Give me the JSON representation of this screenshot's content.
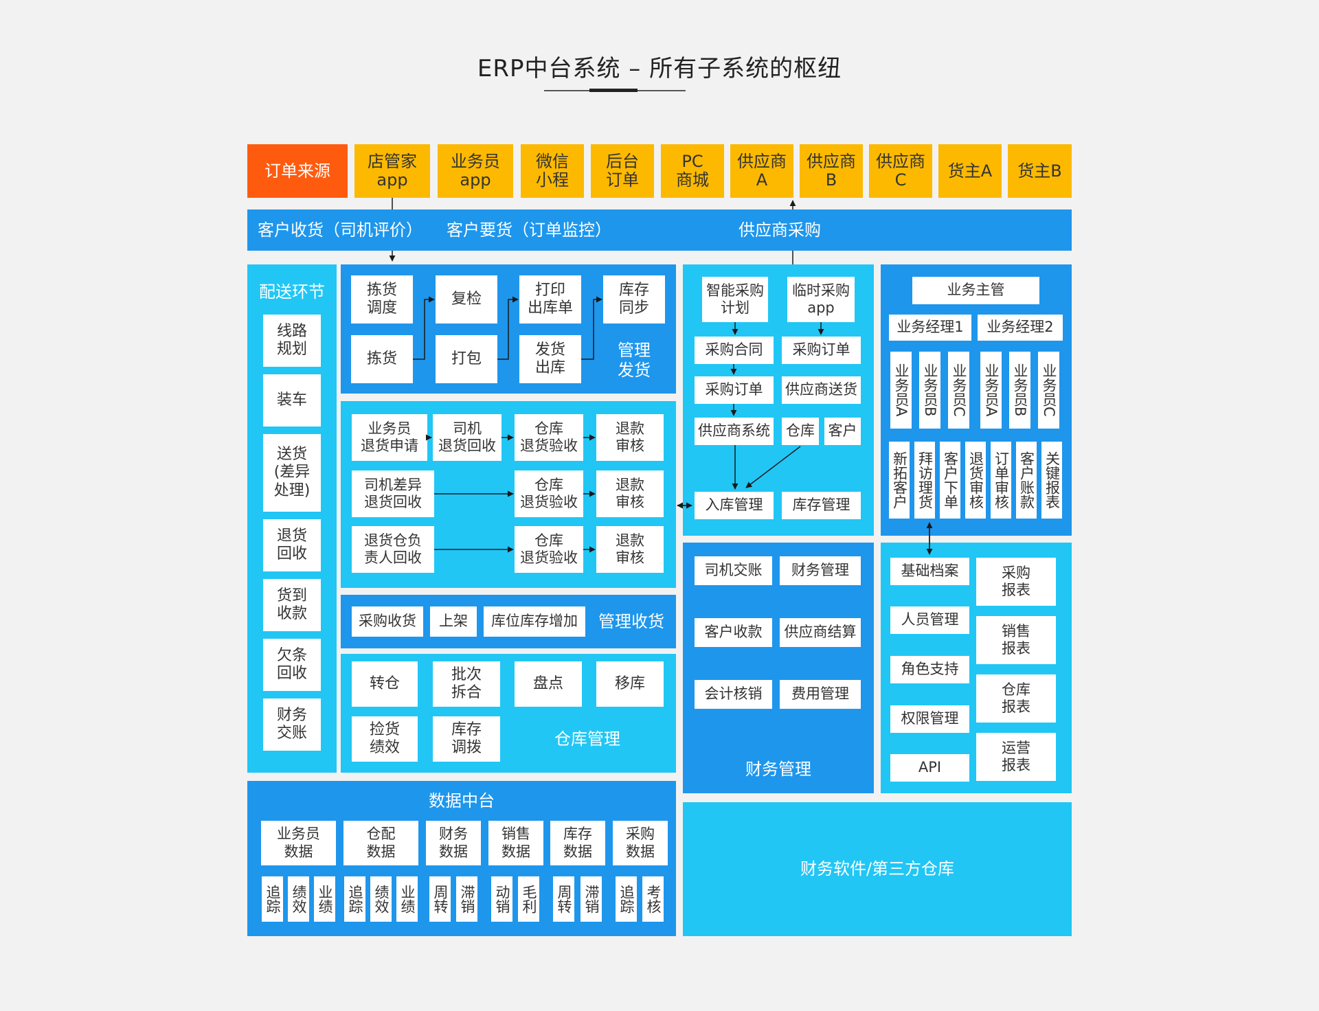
{
  "title": "ERP中台系统 – 所有子系统的枢纽",
  "sources": {
    "main": "订单来源",
    "items": [
      "店管家\napp",
      "业务员\napp",
      "微信\n小程",
      "后台\n订单",
      "PC\n商城",
      "供应商\nA",
      "供应商\nB",
      "供应商\nC",
      "货主A",
      "货主B"
    ]
  },
  "channel_bar": {
    "customer_receive": "客户收货（司机评价）",
    "customer_order": "客户要货（订单监控）",
    "supplier_purchase": "供应商采购"
  },
  "delivery": {
    "title": "配送环节",
    "items": [
      "线路\n规划",
      "装车",
      "送货\n(差异\n处理)",
      "退货\n回收",
      "货到\n收款",
      "欠条\n回收",
      "财务\n交账"
    ]
  },
  "outbound": {
    "title": "管理\n发货",
    "pick_dispatch": "拣货\n调度",
    "recheck": "复检",
    "print_slip": "打印\n出库单",
    "stock_sync": "库存\n同步",
    "picking": "拣货",
    "packing": "打包",
    "ship_out": "发货\n出库"
  },
  "returns": {
    "rows": [
      [
        "业务员\n退货申请",
        "司机\n退货回收",
        "仓库\n退货验收",
        "退款\n审核"
      ],
      [
        "司机差异\n退货回收",
        "仓库\n退货验收",
        "退款\n审核"
      ],
      [
        "退货仓负\n责人回收",
        "仓库\n退货验收",
        "退款\n审核"
      ]
    ]
  },
  "receiving": {
    "title": "管理收货",
    "items": [
      "采购收货",
      "上架",
      "库位库存增加"
    ]
  },
  "warehouse": {
    "title": "仓库管理",
    "items": [
      "转仓",
      "批次\n拆合",
      "盘点",
      "移库",
      "捡货\n绩效",
      "库存\n调拨"
    ]
  },
  "purchasing": {
    "smart_plan": "智能采购\n计划",
    "temp_app": "临时采购\napp",
    "contract": "采购合同",
    "po1": "采购订单",
    "po2": "采购订单",
    "supplier_delivery": "供应商送货",
    "supplier_system": "供应商系统",
    "warehouse": "仓库",
    "customer": "客户",
    "inbound": "入库管理",
    "inventory": "库存管理"
  },
  "finance": {
    "title": "财务管理",
    "items": [
      "司机交账",
      "财务管理",
      "客户收款",
      "供应商结算",
      "会计核销",
      "费用管理"
    ]
  },
  "sales_org": {
    "head": "业务主管",
    "managers": [
      "业务经理1",
      "业务经理2"
    ],
    "reps": [
      "业务员A",
      "业务员B",
      "业务员C",
      "业务员A",
      "业务员B",
      "业务员C"
    ],
    "functions": [
      "新拓客户",
      "拜访理货",
      "客户下单",
      "退货审核",
      "订单审核",
      "客户账款",
      "关键报表"
    ]
  },
  "base": {
    "left": [
      "基础档案",
      "人员管理",
      "角色支持",
      "权限管理",
      "API"
    ],
    "right": [
      "采购\n报表",
      "销售\n报表",
      "仓库\n报表",
      "运营\n报表"
    ]
  },
  "data_platform": {
    "title": "数据中台",
    "groups": [
      "业务员\n数据",
      "仓配\n数据",
      "财务\n数据",
      "销售\n数据",
      "库存\n数据",
      "采购\n数据"
    ],
    "metrics": [
      "追踪",
      "绩效",
      "业绩",
      "追踪",
      "绩效",
      "业绩",
      "周转",
      "滞销",
      "动销",
      "毛利",
      "周转",
      "滞销",
      "追踪",
      "考核"
    ]
  },
  "third_party": "财务软件/第三方仓库",
  "colors": {
    "dark_blue": "#1e96ec",
    "light_blue": "#21c6f5",
    "orange": "#ff5b0f",
    "yellow": "#fcb900"
  }
}
